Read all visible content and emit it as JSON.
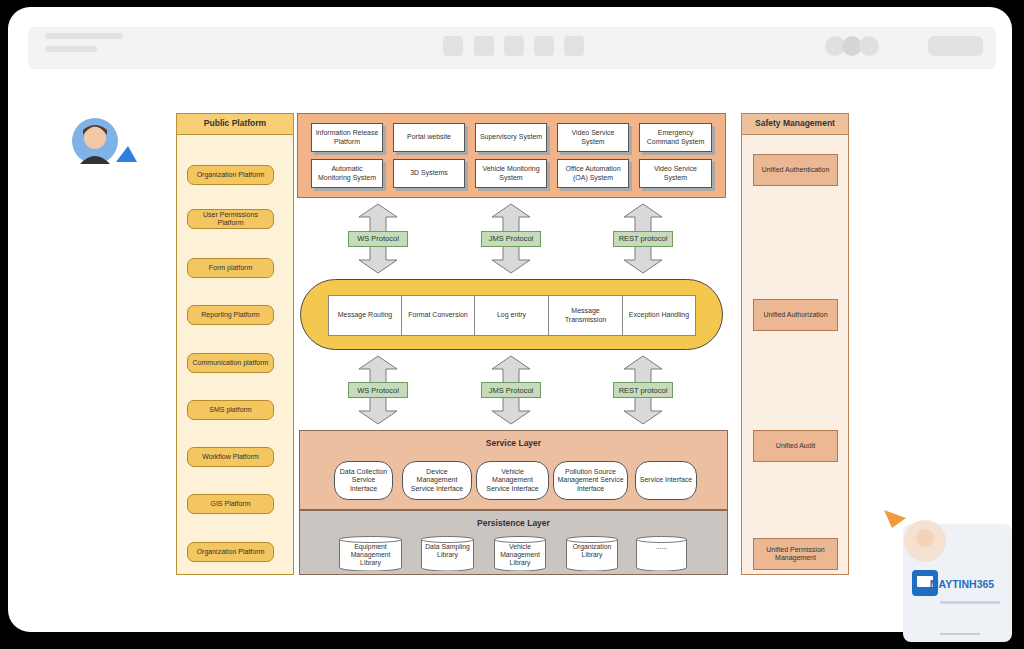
{
  "diagram": {
    "nodes": [
      {
        "text": [
          "Public Platform"
        ]
      },
      {
        "text": [
          "Organization Platform"
        ],
        "in": 0
      },
      {
        "text": [
          "User Permissions Platform"
        ],
        "in": 0
      },
      {
        "text": [
          "Form platform"
        ],
        "in": 0
      },
      {
        "text": [
          "Reporting Platform"
        ],
        "in": 0
      },
      {
        "text": [
          "Communication platform"
        ],
        "in": 0
      },
      {
        "text": [
          "SMS platform"
        ],
        "in": 0
      },
      {
        "text": [
          "Workflow Platform"
        ],
        "in": 0
      },
      {
        "text": [
          "GIS Platform"
        ],
        "in": 0
      },
      {
        "text": [
          "Organization Platform"
        ],
        "in": 0
      },
      {
        "text": []
      },
      {
        "text": [
          "Information Release Platform"
        ],
        "in": 10
      },
      {
        "text": [
          "Portal website"
        ],
        "in": 10
      },
      {
        "text": [
          "Supervisory System"
        ],
        "in": 10
      },
      {
        "text": [
          "Video Service System"
        ],
        "in": 10
      },
      {
        "text": [
          "Emergency Command System"
        ],
        "in": 10
      },
      {
        "text": [
          "Automatic Monitoring System"
        ],
        "in": 10
      },
      {
        "text": [
          "3D Systems"
        ],
        "in": 10
      },
      {
        "text": [
          "Vehicle Monitoring System"
        ],
        "in": 10
      },
      {
        "text": [
          "Office Automation (OA) System"
        ],
        "in": 10
      },
      {
        "text": [
          "Video Service System"
        ],
        "in": 10
      },
      {
        "text": []
      },
      {
        "text": [
          "Message Routing"
        ],
        "in": 21
      },
      {
        "text": [
          "Format Conversion"
        ],
        "in": 21
      },
      {
        "text": [
          "Log entry"
        ],
        "in": 21
      },
      {
        "text": [
          "Message Transmission"
        ],
        "in": 21
      },
      {
        "text": [
          "Exception Handling"
        ],
        "in": 21
      },
      {
        "text": [
          "Service Layer"
        ]
      },
      {
        "text": [
          "Data Collection Service Interface"
        ],
        "in": 27
      },
      {
        "text": [
          "Device Management Service Interface"
        ],
        "in": 27
      },
      {
        "text": [
          "Vehicle Management Service Interface"
        ],
        "in": 27
      },
      {
        "text": [
          "Pollution Source Management Service Interface"
        ],
        "in": 27
      },
      {
        "text": [
          "Service Interface"
        ],
        "in": 27
      },
      {
        "text": [
          "Persistence Layer"
        ]
      },
      {
        "text": [
          "Equipment Management Library"
        ],
        "in": 33
      },
      {
        "text": [
          "Data Sampling Library"
        ],
        "in": 33
      },
      {
        "text": [
          "Vehicle Management Library"
        ],
        "in": 33
      },
      {
        "text": [
          "Organization Library"
        ],
        "in": 33
      },
      {
        "text": [
          "......"
        ],
        "in": 33
      },
      {
        "text": [
          "Safety Management"
        ]
      },
      {
        "text": [
          "Unified Authentication"
        ],
        "in": 39
      },
      {
        "text": [
          "Unified Authorization"
        ],
        "in": 39
      },
      {
        "text": [
          "Unified Audit"
        ],
        "in": 39
      },
      {
        "text": [
          "Unified Permission Management"
        ],
        "in": 39
      }
    ],
    "edges": [
      {
        "from": 10,
        "to": 21,
        "label": "WS Protocol",
        "arrow": "both"
      },
      {
        "from": 10,
        "to": 21,
        "label": "JMS Protocol",
        "arrow": "both"
      },
      {
        "from": 10,
        "to": 21,
        "label": "REST protocol",
        "arrow": "both"
      },
      {
        "from": 21,
        "to": 27,
        "label": "WS Protocol",
        "arrow": "both"
      },
      {
        "from": 21,
        "to": 27,
        "label": "JMS Protocol",
        "arrow": "both"
      },
      {
        "from": 21,
        "to": 27,
        "label": "REST protocol",
        "arrow": "both"
      }
    ],
    "labels": [
      "MAYTINH365"
    ]
  }
}
